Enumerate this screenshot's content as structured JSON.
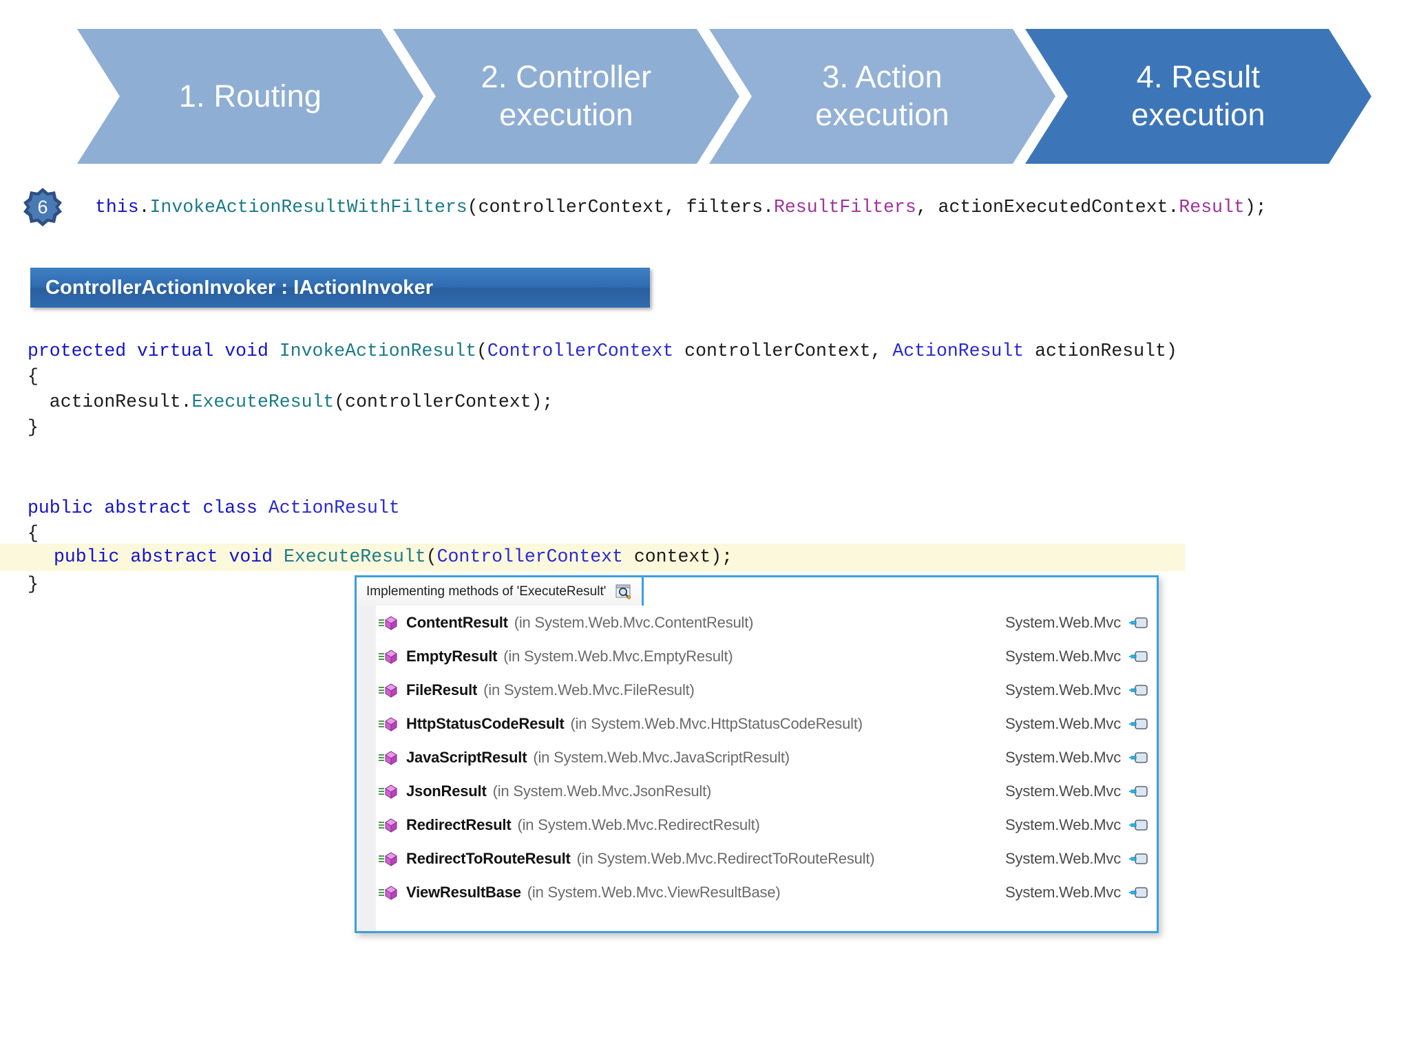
{
  "process_bar": {
    "steps": [
      {
        "label": "1. Routing",
        "color": "#8faed4",
        "active": false
      },
      {
        "label": "2. Controller\nexecution",
        "color": "#8faed4",
        "active": false
      },
      {
        "label": "3. Action\nexecution",
        "color": "#93b1d6",
        "active": false
      },
      {
        "label": "4. Result\nexecution",
        "color": "#3d76b8",
        "active": true
      }
    ]
  },
  "step_badge": {
    "number": "6"
  },
  "snippet_top": {
    "tokens": [
      {
        "text": "this",
        "cls": "kw"
      },
      {
        "text": ".",
        "cls": "plain"
      },
      {
        "text": "InvokeActionResultWithFilters",
        "cls": "type"
      },
      {
        "text": "(controllerContext, filters.",
        "cls": "plain"
      },
      {
        "text": "ResultFilters",
        "cls": "mag"
      },
      {
        "text": ", actionExecutedContext.",
        "cls": "plain"
      },
      {
        "text": "Result",
        "cls": "mag"
      },
      {
        "text": ");",
        "cls": "plain"
      }
    ]
  },
  "class_banner": {
    "label": "ControllerActionInvoker : IActionInvoker"
  },
  "code_block_1": {
    "lines": [
      [
        {
          "text": "protected virtual void ",
          "cls": "kw"
        },
        {
          "text": "InvokeActionResult",
          "cls": "type"
        },
        {
          "text": "(",
          "cls": "plain"
        },
        {
          "text": "ControllerContext",
          "cls": "typeb"
        },
        {
          "text": " controllerContext, ",
          "cls": "plain"
        },
        {
          "text": "ActionResult",
          "cls": "typeb"
        },
        {
          "text": " actionResult)",
          "cls": "plain"
        }
      ],
      [
        {
          "text": "{",
          "cls": "plain"
        }
      ],
      [
        {
          "text": "  actionResult.",
          "cls": "plain"
        },
        {
          "text": "ExecuteResult",
          "cls": "type"
        },
        {
          "text": "(controllerContext);",
          "cls": "plain"
        }
      ],
      [
        {
          "text": "}",
          "cls": "plain"
        }
      ]
    ]
  },
  "code_block_2": {
    "lines": [
      [
        {
          "text": "public abstract class ",
          "cls": "kw"
        },
        {
          "text": "ActionResult",
          "cls": "typeb"
        }
      ],
      [
        {
          "text": "{",
          "cls": "plain"
        }
      ],
      [
        {
          "text": "",
          "cls": "plain"
        }
      ],
      [
        {
          "text": "}",
          "cls": "plain"
        }
      ]
    ]
  },
  "highlight_line": {
    "tokens": [
      {
        "text": "public abstract void ",
        "cls": "kw"
      },
      {
        "text": "ExecuteResult",
        "cls": "type"
      },
      {
        "text": "(",
        "cls": "plain"
      },
      {
        "text": "ControllerContext",
        "cls": "typeb"
      },
      {
        "text": " context);",
        "cls": "plain"
      }
    ],
    "highlight_color": "#fbf8dc"
  },
  "popup": {
    "tab_title": "Implementing methods of 'ExecuteResult'",
    "search_icon": "magnifier-icon",
    "border_color": "#3c9fdc",
    "rows": [
      {
        "name": "ContentResult",
        "scope": "(in System.Web.Mvc.ContentResult)",
        "assembly": "System.Web.Mvc"
      },
      {
        "name": "EmptyResult",
        "scope": "(in System.Web.Mvc.EmptyResult)",
        "assembly": "System.Web.Mvc"
      },
      {
        "name": "FileResult",
        "scope": "(in System.Web.Mvc.FileResult)",
        "assembly": "System.Web.Mvc"
      },
      {
        "name": "HttpStatusCodeResult",
        "scope": "(in System.Web.Mvc.HttpStatusCodeResult)",
        "assembly": "System.Web.Mvc"
      },
      {
        "name": "JavaScriptResult",
        "scope": "(in System.Web.Mvc.JavaScriptResult)",
        "assembly": "System.Web.Mvc"
      },
      {
        "name": "JsonResult",
        "scope": "(in System.Web.Mvc.JsonResult)",
        "assembly": "System.Web.Mvc"
      },
      {
        "name": "RedirectResult",
        "scope": "(in System.Web.Mvc.RedirectResult)",
        "assembly": "System.Web.Mvc"
      },
      {
        "name": "RedirectToRouteResult",
        "scope": "(in System.Web.Mvc.RedirectToRouteResult)",
        "assembly": "System.Web.Mvc"
      },
      {
        "name": "ViewResultBase",
        "scope": "(in System.Web.Mvc.ViewResultBase)",
        "assembly": "System.Web.Mvc"
      }
    ]
  }
}
